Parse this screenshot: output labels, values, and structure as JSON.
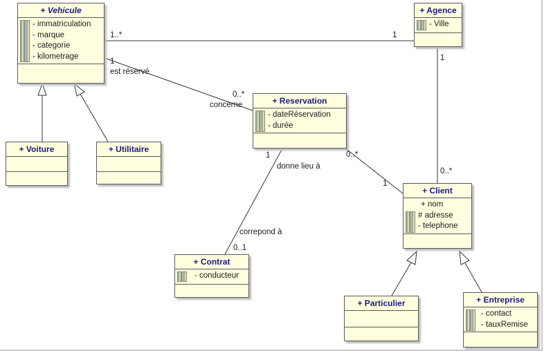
{
  "classes": {
    "vehicule": {
      "name": "+ Vehicule",
      "attrs": [
        "- immatriculation",
        "- marque",
        "- categorie",
        "- kilometrage"
      ]
    },
    "agence": {
      "name": "+ Agence",
      "attrs": [
        "- Ville"
      ]
    },
    "reservation": {
      "name": "+ Reservation",
      "attrs": [
        "- dateRéservation",
        "- durée"
      ]
    },
    "voiture": {
      "name": "+ Voiture"
    },
    "utilitaire": {
      "name": "+ Utilitaire"
    },
    "client": {
      "name": "+ Client",
      "attrs": [
        "+ nom",
        "# adresse",
        "- telephone"
      ]
    },
    "contrat": {
      "name": "+ Contrat",
      "attrs": [
        "- conducteur"
      ]
    },
    "particulier": {
      "name": "+ Particulier"
    },
    "entreprise": {
      "name": "+ Entreprise",
      "attrs": [
        "- contact",
        "- tauxRemise"
      ]
    }
  },
  "labels": {
    "veh_agence_veh_mult": "1..*",
    "veh_agence_ag_mult": "1",
    "veh_res_veh_mult": "1",
    "veh_res_role": "est réservé",
    "veh_res_res_mult": "0..*",
    "veh_res_res_role": "concerne",
    "ag_client_ag_mult": "1",
    "ag_client_client_mult": "0..*",
    "res_client_res_mult": "0..*",
    "res_client_client_mult": "1",
    "res_contrat_res_mult": "1",
    "res_contrat_role1": "donne lieu à",
    "res_contrat_role2": "correpond à",
    "res_contrat_contrat_mult": "0..1"
  }
}
